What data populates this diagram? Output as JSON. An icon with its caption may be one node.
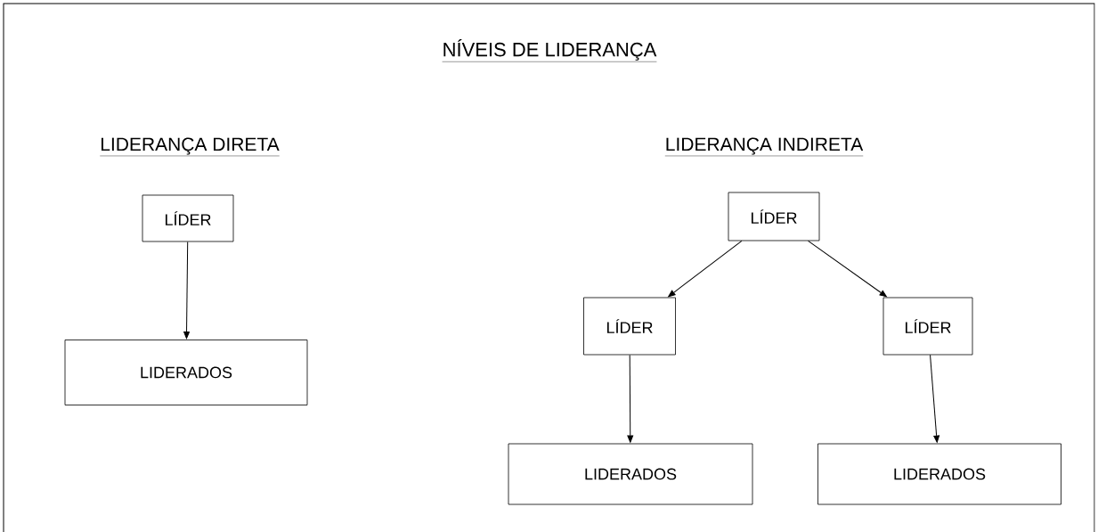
{
  "diagram": {
    "title": "NÍVEIS DE LIDERANÇA",
    "nodes": [
      {
        "text": [
          "LÍDER"
        ]
      },
      {
        "text": [
          "LIDERADOS"
        ]
      },
      {
        "text": [
          "LÍDER"
        ]
      },
      {
        "text": [
          "LÍDER"
        ]
      },
      {
        "text": [
          "LÍDER"
        ]
      },
      {
        "text": [
          "LIDERADOS"
        ]
      },
      {
        "text": [
          "LIDERADOS"
        ]
      }
    ],
    "edges": [
      {
        "from": 0,
        "to": 1,
        "arrow": "to"
      },
      {
        "from": 2,
        "to": 3,
        "arrow": "to"
      },
      {
        "from": 2,
        "to": 4,
        "arrow": "to"
      },
      {
        "from": 3,
        "to": 5,
        "arrow": "to"
      },
      {
        "from": 4,
        "to": 6,
        "arrow": "to"
      }
    ],
    "labels": [
      "LIDERANÇA DIRETA",
      "LIDERANÇA INDIRETA"
    ]
  }
}
